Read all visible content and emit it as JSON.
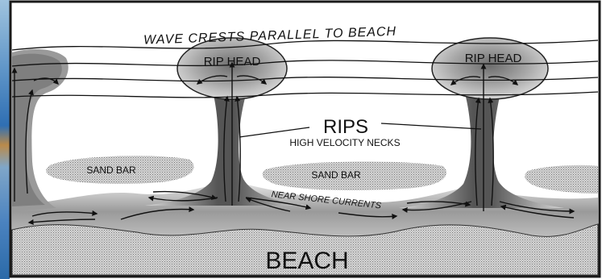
{
  "diagram": {
    "title": "WAVE CRESTS PARALLEL TO BEACH",
    "labels": {
      "rip_head_1": "RIP HEAD",
      "rip_head_2": "RIP HEAD",
      "rips": "RIPS",
      "necks": "HIGH VELOCITY NECKS",
      "sand_bar_1": "SAND BAR",
      "sand_bar_2": "SAND BAR",
      "currents": "NEAR SHORE CURRENTS",
      "beach": "BEACH"
    },
    "colors": {
      "frame": "#1a1a1a",
      "water": "#ffffff",
      "current_dark": "#5a5a5a",
      "current_light": "#c9c9c9",
      "sand": "#cfcfcf",
      "photo_strip": "#3a78b8"
    }
  }
}
